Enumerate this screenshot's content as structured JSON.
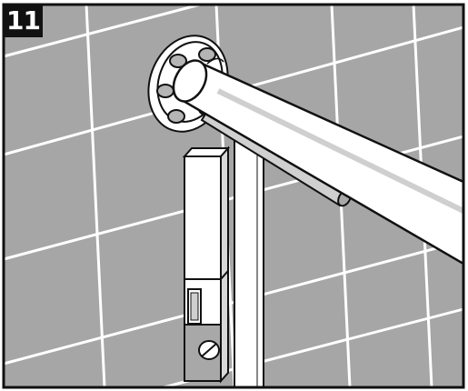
{
  "step": {
    "number": "11"
  },
  "colors": {
    "tile": "#a6a6a6",
    "grout": "#ffffff",
    "outline": "#111111",
    "rod_fill": "#ffffff",
    "bracket_fill": "#ffffff",
    "part_shade": "#a8a8a8",
    "badge": "#111111"
  },
  "illustration": {
    "subject": "towel-bar-installation",
    "parts": [
      "wall-tiles",
      "wall-flange",
      "towel-rod",
      "support-pin",
      "glass-clamp-bracket",
      "glass-panel"
    ]
  }
}
